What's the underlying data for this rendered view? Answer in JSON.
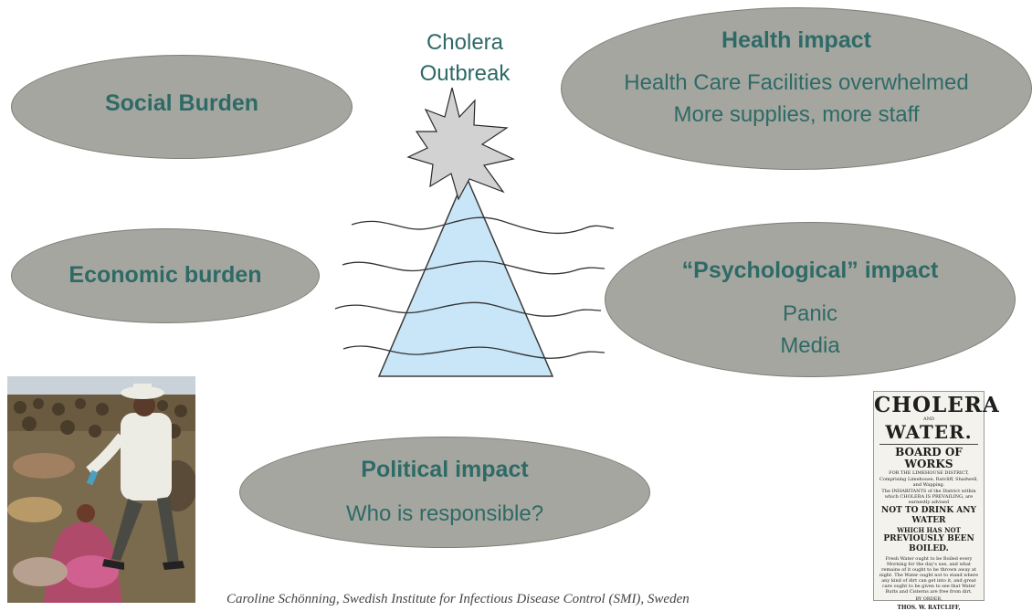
{
  "outbreak": {
    "line1": "Cholera",
    "line2": "Outbreak"
  },
  "social": {
    "title": "Social Burden"
  },
  "economic": {
    "title": "Economic burden"
  },
  "health": {
    "title": "Health impact",
    "line1": "Health Care Facilities overwhelmed",
    "line2": "More supplies, more staff"
  },
  "psychological": {
    "title": "“Psychological” impact",
    "line1": "Panic",
    "line2": "Media"
  },
  "political": {
    "title": "Political impact",
    "line1": "Who is responsible?"
  },
  "poster": {
    "title1": "CHOLERA",
    "small1": "AND",
    "title2": "WATER.",
    "board": "BOARD OF WORKS",
    "district": "FOR THE LIMEHOUSE DISTRICT,",
    "comprising": "Comprising Limehouse, Ratcliff, Shadwell, and Wapping.",
    "inhabitants": "The INHABITANTS of the District within which CHOLERA IS PREVAILING, are earnestly advised",
    "warning1": "NOT TO DRINK ANY WATER",
    "warning2": "WHICH HAS NOT",
    "warning3": "PREVIOUSLY BEEN BOILED.",
    "body": "Fresh Water ought to be Boiled every Morning for the day's use, and what remains of it ought to be thrown away at night. The Water ought not to stand where any kind of dirt can get into it, and great care ought to be given to see that Water Butts and Cisterns are free from dirt.",
    "byorder": "BY ORDER,",
    "signature": "THOS. W. RATCLIFF,"
  },
  "credit": "Caroline Schönning, Swedish Institute for Infectious Disease Control (SMI), Sweden",
  "colors": {
    "ellipse_fill": "#a6a6a0",
    "text_teal": "#2e6a66",
    "pyramid_fill": "#c8e6f8",
    "star_fill": "#d2d2d2"
  }
}
